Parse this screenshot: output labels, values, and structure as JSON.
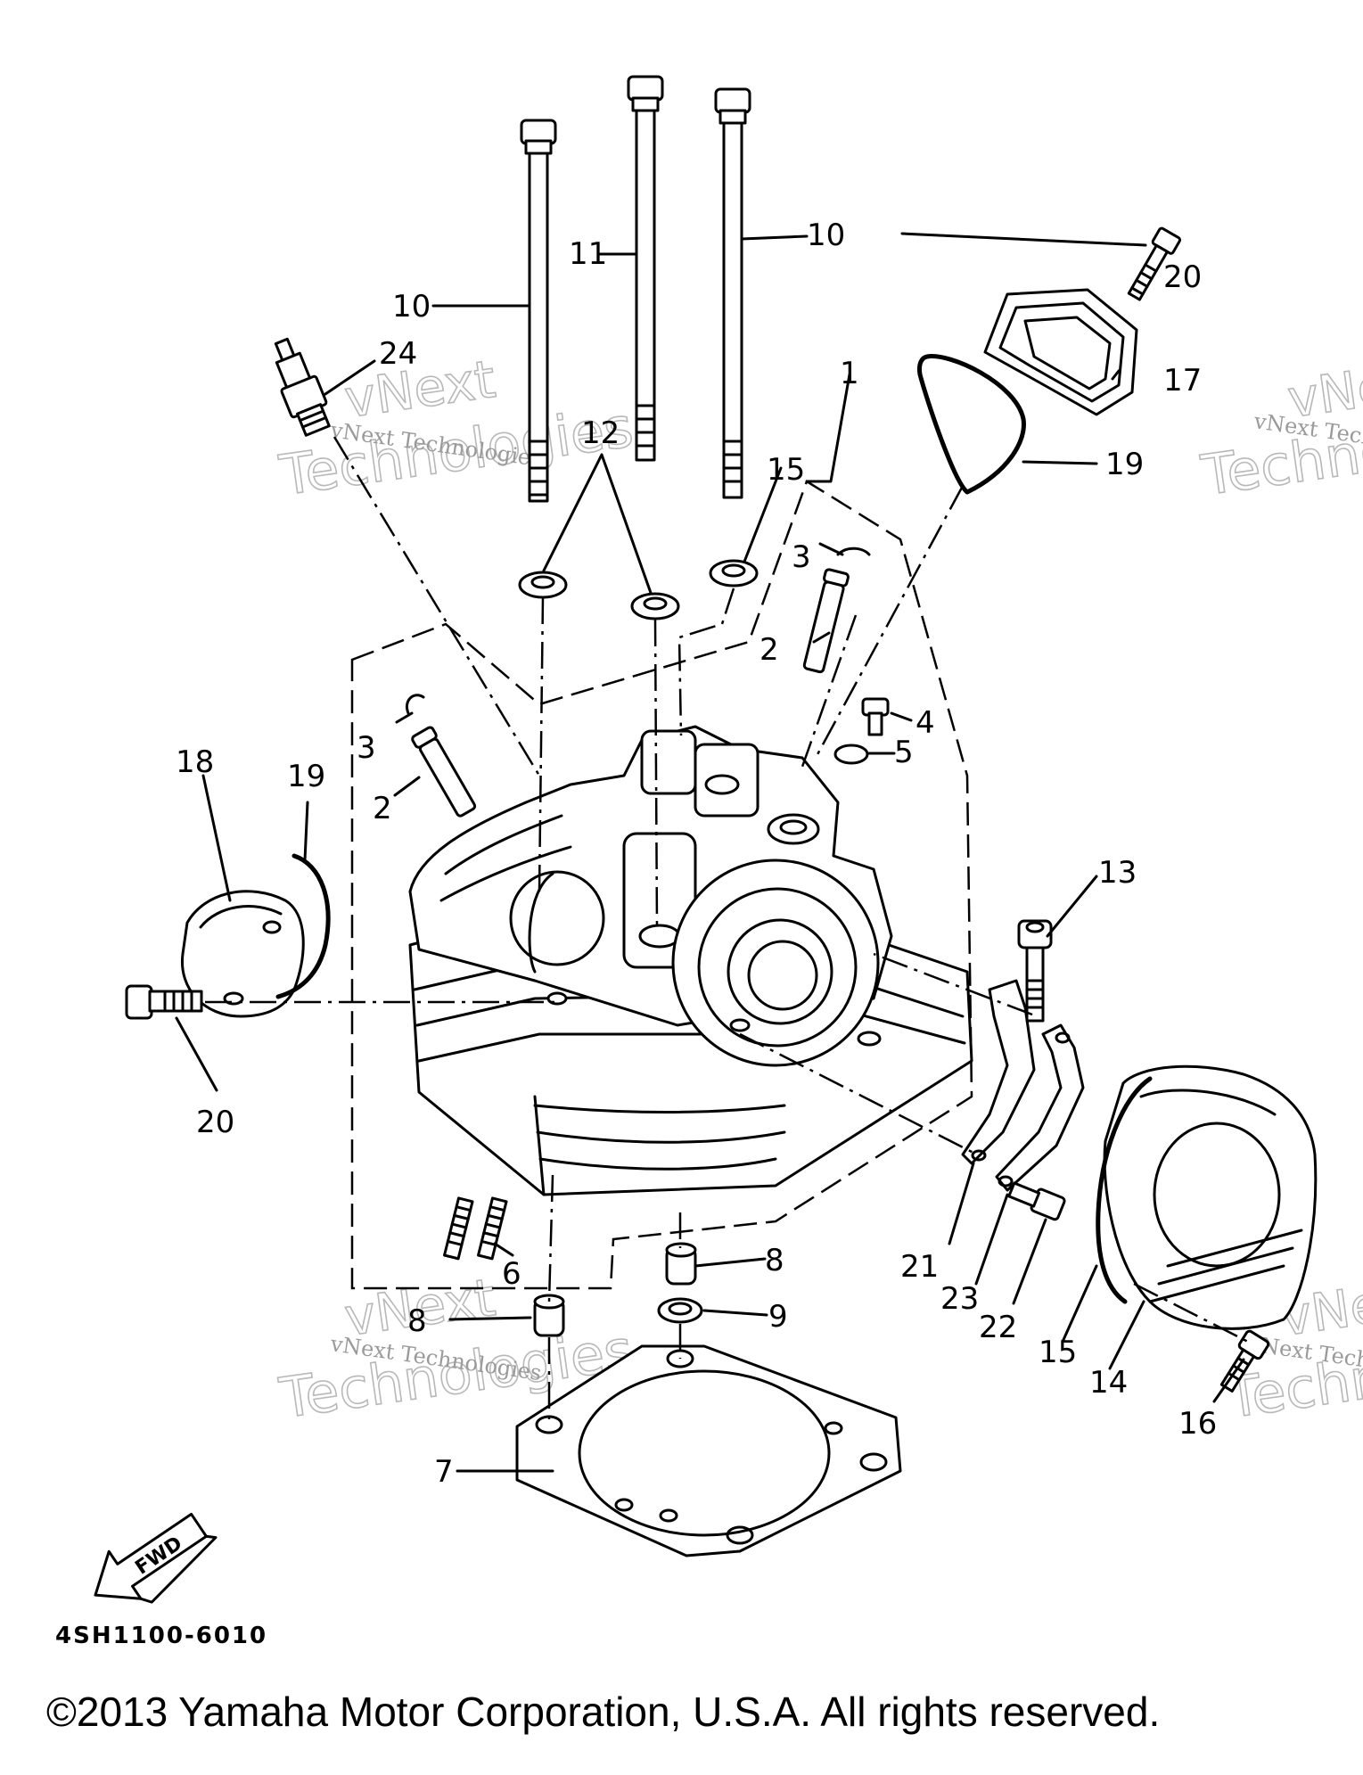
{
  "diagram": {
    "part_code": "4SH1100-6010",
    "fwd_label": "FWD",
    "copyright": "©2013 Yamaha Motor Corporation, U.S.A. All rights reserved.",
    "watermark_name": "vNext",
    "watermark_tech": "Technologies",
    "watermark_caption": "vNext Technologies",
    "callouts": {
      "c1": "1",
      "c2a": "2",
      "c2b": "2",
      "c3a": "3",
      "c3b": "3",
      "c4": "4",
      "c5": "5",
      "c6": "6",
      "c7": "7",
      "c8a": "8",
      "c8b": "8",
      "c9": "9",
      "c10a": "10",
      "c10b": "10",
      "c11": "11",
      "c12": "12",
      "c13": "13",
      "c14": "14",
      "c15a": "15",
      "c15b": "15",
      "c16": "16",
      "c17": "17",
      "c18": "18",
      "c19a": "19",
      "c19b": "19",
      "c20a": "20",
      "c20b": "20",
      "c21": "21",
      "c22": "22",
      "c23": "23",
      "c24": "24"
    }
  }
}
